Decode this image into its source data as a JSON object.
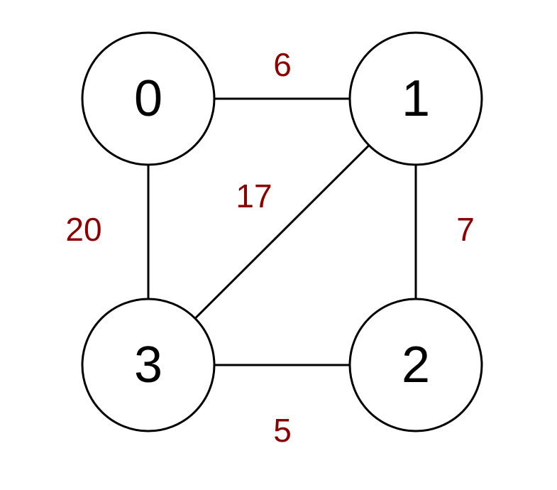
{
  "graph": {
    "nodes": [
      {
        "id": "0",
        "label": "0"
      },
      {
        "id": "1",
        "label": "1"
      },
      {
        "id": "2",
        "label": "2"
      },
      {
        "id": "3",
        "label": "3"
      }
    ],
    "edges": [
      {
        "from": "0",
        "to": "1",
        "weight": "6"
      },
      {
        "from": "1",
        "to": "2",
        "weight": "7"
      },
      {
        "from": "3",
        "to": "2",
        "weight": "5"
      },
      {
        "from": "0",
        "to": "3",
        "weight": "20"
      },
      {
        "from": "1",
        "to": "3",
        "weight": "17"
      }
    ]
  },
  "colors": {
    "node_stroke": "#000000",
    "edge_stroke": "#000000",
    "weight_text": "#8b0000"
  }
}
